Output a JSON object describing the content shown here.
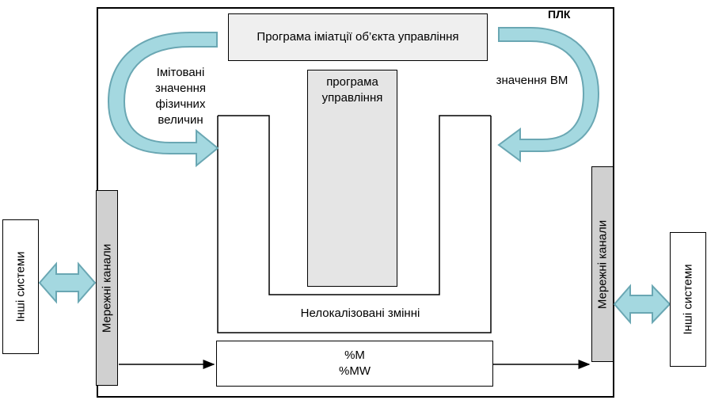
{
  "plc": {
    "title": "ПЛК"
  },
  "simulation_program": {
    "label": "Програма іміатції об’єкта управління"
  },
  "control_program": {
    "label": "програма управління"
  },
  "simulated_values": {
    "label": "Імітовані значення фізичних величин"
  },
  "vm_values": {
    "label": "значення ВМ"
  },
  "nonlocalized_vars": {
    "label": "Нелокалізовані змінні"
  },
  "memory": {
    "line1": "%M",
    "line2": "%MW"
  },
  "network_channels": {
    "left_label": "Мережні канали",
    "right_label": "Мережні канали"
  },
  "other_systems": {
    "left_label": "Інші системи",
    "right_label": "Інші системи"
  },
  "colors": {
    "arrow_fill": "#a4d8e0",
    "arrow_stroke": "#6aa7b3",
    "bar_fill": "#d0d0d0",
    "box_fill": "#efefef"
  }
}
